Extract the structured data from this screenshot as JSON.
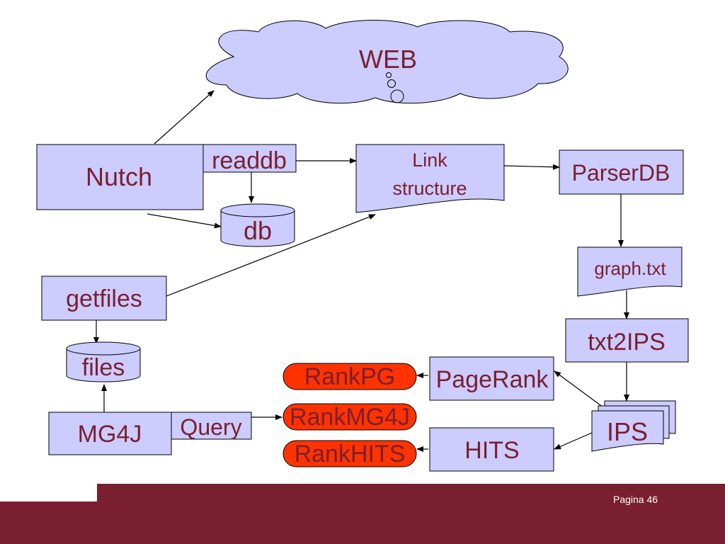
{
  "colors": {
    "box_fill": "#ccccff",
    "rank_fill": "#ff3300",
    "text": "#7a1f30",
    "footer": "#7a1f30"
  },
  "nodes": {
    "web": "WEB",
    "nutch": "Nutch",
    "readdb": "readdb",
    "db": "db",
    "link_structure_line1": "Link",
    "link_structure_line2": "structure",
    "parserdb": "ParserDB",
    "graph_txt": "graph.txt",
    "txt2ips": "txt2IPS",
    "ips": "IPS",
    "pagerank": "PageRank",
    "hits": "HITS",
    "rankpg": "RankPG",
    "rankmg4j": "RankMG4J",
    "rankhits": "RankHITS",
    "getfiles": "getfiles",
    "files": "files",
    "mg4j": "MG4J",
    "query": "Query"
  },
  "footer": {
    "page_label": "Pagina 46"
  }
}
